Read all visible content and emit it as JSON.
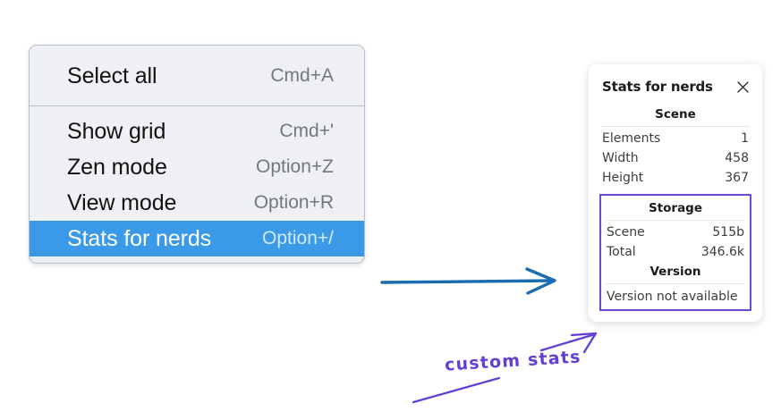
{
  "context_menu": {
    "groups": [
      {
        "items": [
          {
            "label": "Select all",
            "shortcut": "Cmd+A",
            "selected": false
          }
        ]
      },
      {
        "items": [
          {
            "label": "Show grid",
            "shortcut": "Cmd+'",
            "selected": false
          },
          {
            "label": "Zen mode",
            "shortcut": "Option+Z",
            "selected": false
          },
          {
            "label": "View mode",
            "shortcut": "Option+R",
            "selected": false
          },
          {
            "label": "Stats for nerds",
            "shortcut": "Option+/",
            "selected": true
          }
        ]
      }
    ],
    "highlight_color": "#3a9ae8",
    "background_color": "#eff0f3"
  },
  "stats_panel": {
    "title": "Stats for nerds",
    "close_icon": "close-icon",
    "scene": {
      "heading": "Scene",
      "rows": [
        {
          "label": "Elements",
          "value": "1"
        },
        {
          "label": "Width",
          "value": "458"
        },
        {
          "label": "Height",
          "value": "367"
        }
      ]
    },
    "storage": {
      "heading": "Storage",
      "rows": [
        {
          "label": "Scene",
          "value": "515b"
        },
        {
          "label": "Total",
          "value": "346.6k"
        }
      ]
    },
    "version": {
      "heading": "Version",
      "text": "Version not available"
    },
    "highlight_box_color": "#7048d6"
  },
  "annotations": {
    "label": "custom stats",
    "label_color": "#6340d4",
    "blue_arrow_color": "#1a6bb0",
    "purple_arrow_color": "#6340d4"
  }
}
